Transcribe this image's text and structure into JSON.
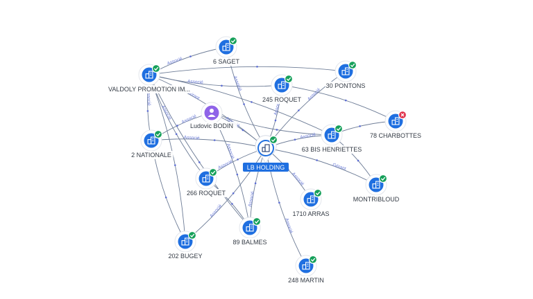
{
  "nodes": [
    {
      "id": "lb",
      "label": "LB HOLDING",
      "kind": "company-focus",
      "status": "ok"
    },
    {
      "id": "saget",
      "label": "6 SAGET",
      "kind": "company",
      "status": "ok"
    },
    {
      "id": "valdoly",
      "label": "VALDOLY PROMOTION IM...",
      "kind": "company",
      "status": "ok"
    },
    {
      "id": "pontons",
      "label": "30 PONTONS",
      "kind": "company",
      "status": "ok"
    },
    {
      "id": "roquet245",
      "label": "245 ROQUET",
      "kind": "company",
      "status": "ok"
    },
    {
      "id": "bodin",
      "label": "Ludovic BODIN",
      "kind": "person",
      "status": "none"
    },
    {
      "id": "charbottes",
      "label": "78 CHARBOTTES",
      "kind": "company",
      "status": "closed"
    },
    {
      "id": "henriettes",
      "label": "63 BIS HENRIETTES",
      "kind": "company",
      "status": "ok"
    },
    {
      "id": "nationale",
      "label": "2 NATIONALE",
      "kind": "company",
      "status": "ok"
    },
    {
      "id": "montribloud",
      "label": "MONTRIBLOUD",
      "kind": "company",
      "status": "ok"
    },
    {
      "id": "roquet266",
      "label": "266 ROQUET",
      "kind": "company",
      "status": "ok"
    },
    {
      "id": "arras",
      "label": "1710 ARRAS",
      "kind": "company",
      "status": "ok"
    },
    {
      "id": "balmes",
      "label": "89 BALMES",
      "kind": "company",
      "status": "ok"
    },
    {
      "id": "bugey",
      "label": "202 BUGEY",
      "kind": "company",
      "status": "ok"
    },
    {
      "id": "martin",
      "label": "248 MARTIN",
      "kind": "company",
      "status": "ok"
    }
  ],
  "edges": [
    {
      "from": "valdoly",
      "to": "saget",
      "label": "Associé"
    },
    {
      "from": "valdoly",
      "to": "roquet245",
      "label": "Associé"
    },
    {
      "from": "valdoly",
      "to": "pontons",
      "label": ""
    },
    {
      "from": "valdoly",
      "to": "nationale",
      "label": "Associé"
    },
    {
      "from": "valdoly",
      "to": "lb",
      "label": "Gérant"
    },
    {
      "from": "valdoly",
      "to": "roquet266",
      "label": "Associé"
    },
    {
      "from": "valdoly",
      "to": "bugey",
      "label": ""
    },
    {
      "from": "valdoly",
      "to": "balmes",
      "label": ""
    },
    {
      "from": "valdoly",
      "to": "henriettes",
      "label": ""
    },
    {
      "from": "saget",
      "to": "lb",
      "label": "Associé"
    },
    {
      "from": "roquet245",
      "to": "lb",
      "label": "Associé"
    },
    {
      "from": "pontons",
      "to": "lb",
      "label": "Associé"
    },
    {
      "from": "roquet245",
      "to": "charbottes",
      "label": ""
    },
    {
      "from": "charbottes",
      "to": "henriettes",
      "label": ""
    },
    {
      "from": "bodin",
      "to": "lb",
      "label": "Associé"
    },
    {
      "from": "bodin",
      "to": "nationale",
      "label": "Associé"
    },
    {
      "from": "bodin",
      "to": "balmes",
      "label": "Associé"
    },
    {
      "from": "bodin",
      "to": "henriettes",
      "label": ""
    },
    {
      "from": "nationale",
      "to": "lb",
      "label": "Associé"
    },
    {
      "from": "henriettes",
      "to": "lb",
      "label": "Associé"
    },
    {
      "from": "henriettes",
      "to": "montribloud",
      "label": ""
    },
    {
      "from": "montribloud",
      "to": "lb",
      "label": "Gérant"
    },
    {
      "from": "roquet266",
      "to": "lb",
      "label": "Associé"
    },
    {
      "from": "arras",
      "to": "lb",
      "label": "Associé"
    },
    {
      "from": "balmes",
      "to": "lb",
      "label": "Associé"
    },
    {
      "from": "bugey",
      "to": "lb",
      "label": "Associé"
    },
    {
      "from": "martin",
      "to": "lb",
      "label": "Associé"
    },
    {
      "from": "nationale",
      "to": "bugey",
      "label": ""
    },
    {
      "from": "roquet266",
      "to": "balmes",
      "label": ""
    }
  ],
  "colors": {
    "company": "#1f6fe0",
    "person": "#8f63e8",
    "status_ok": "#16a05a",
    "status_closed": "#e0334c",
    "edge": "#6d7c96",
    "edge_label": "#6a7bd6"
  },
  "icons": {
    "company": "building-icon",
    "person": "person-icon",
    "status_ok": "check-badge-icon",
    "status_closed": "cross-badge-icon"
  }
}
